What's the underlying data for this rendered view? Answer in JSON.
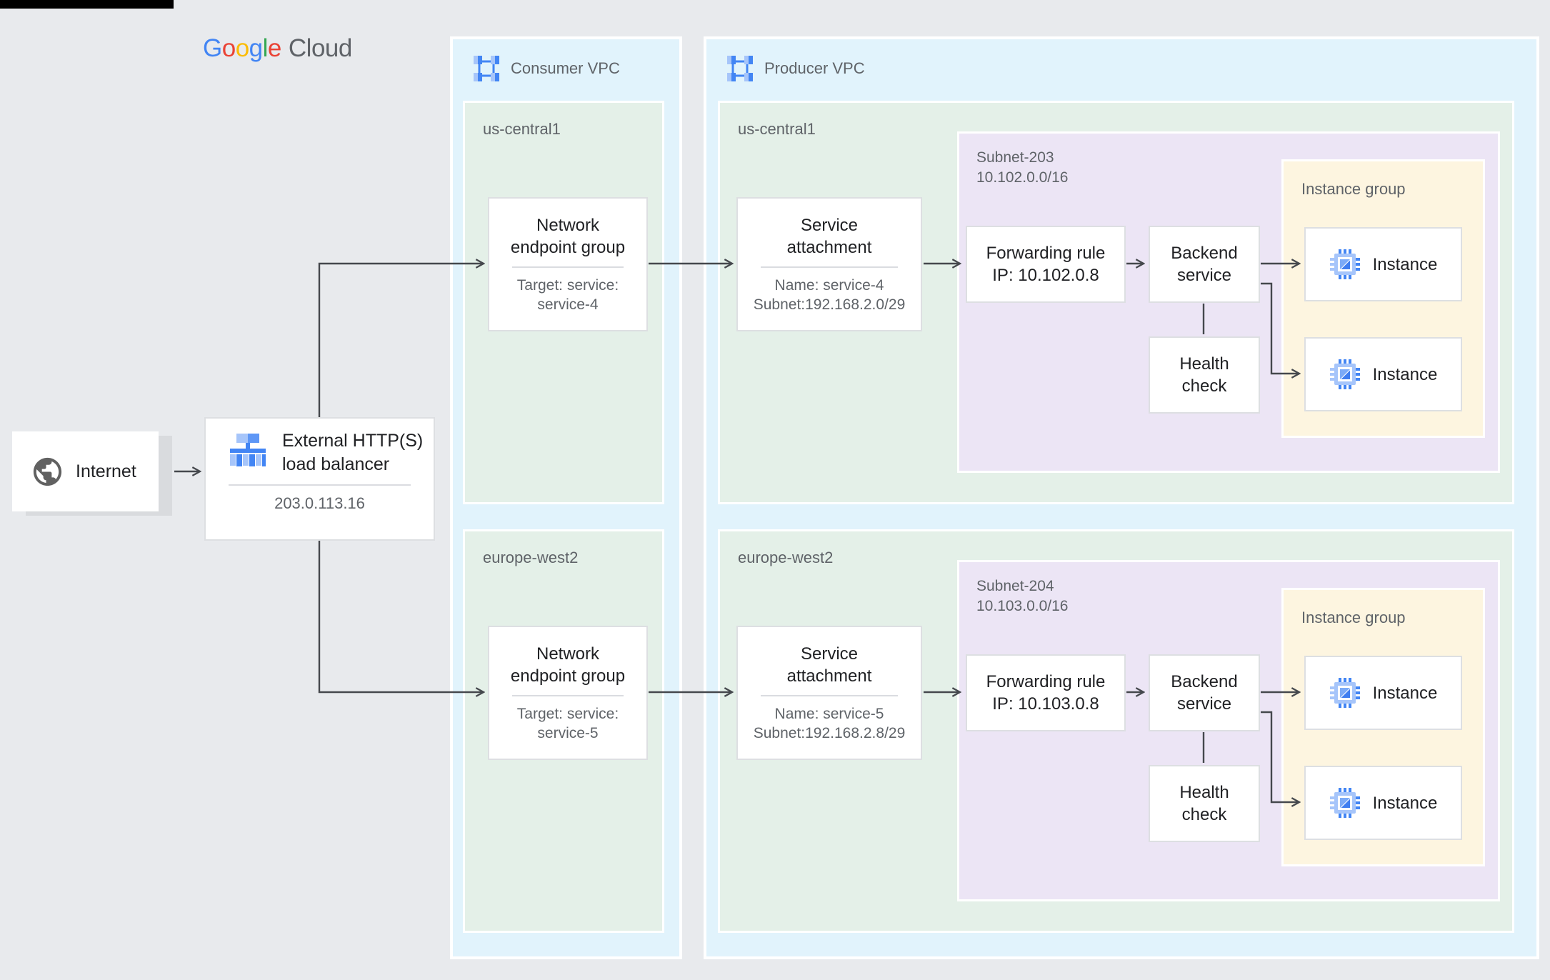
{
  "logo": {
    "letters": [
      "G",
      "o",
      "o",
      "g",
      "l",
      "e"
    ],
    "cloud": "Cloud"
  },
  "internet": {
    "label": "Internet"
  },
  "load_balancer": {
    "title": "External HTTP(S) load balancer",
    "ip": "203.0.113.16"
  },
  "consumer_vpc": {
    "label": "Consumer VPC",
    "regions": [
      {
        "name": "us-central1",
        "neg": {
          "title": "Network endpoint group",
          "target_line1": "Target: service:",
          "target_line2": "service-4"
        }
      },
      {
        "name": "europe-west2",
        "neg": {
          "title": "Network endpoint group",
          "target_line1": "Target: service:",
          "target_line2": "service-5"
        }
      }
    ]
  },
  "producer_vpc": {
    "label": "Producer VPC",
    "regions": [
      {
        "name": "us-central1",
        "service_attachment": {
          "title": "Service attachment",
          "name_line": "Name: service-4",
          "subnet_line": "Subnet:192.168.2.0/29"
        },
        "subnet": {
          "name": "Subnet-203",
          "cidr": "10.102.0.0/16",
          "forwarding_rule": {
            "title": "Forwarding rule",
            "ip_line": "IP: 10.102.0.8"
          },
          "backend_service_label": "Backend service",
          "health_check_label": "Health check",
          "instance_group": {
            "label": "Instance group",
            "instances": [
              "Instance",
              "Instance"
            ]
          }
        }
      },
      {
        "name": "europe-west2",
        "service_attachment": {
          "title": "Service attachment",
          "name_line": "Name: service-5",
          "subnet_line": "Subnet:192.168.2.8/29"
        },
        "subnet": {
          "name": "Subnet-204",
          "cidr": "10.103.0.0/16",
          "forwarding_rule": {
            "title": "Forwarding rule",
            "ip_line": "IP: 10.103.0.8"
          },
          "backend_service_label": "Backend service",
          "health_check_label": "Health check",
          "instance_group": {
            "label": "Instance group",
            "instances": [
              "Instance",
              "Instance"
            ]
          }
        }
      }
    ]
  },
  "colors": {
    "page_bg": "#E8EAED",
    "vpc_bg": "#E1F3FC",
    "region_bg": "#E4F0E8",
    "subnet_bg": "#ECE5F5",
    "instance_group_bg": "#FDF5E0",
    "node_border": "#DDDFE2",
    "connector_line": "#45484D",
    "accent_blue": "#4285F4",
    "text_primary": "#202124",
    "text_secondary": "#5F6368"
  }
}
